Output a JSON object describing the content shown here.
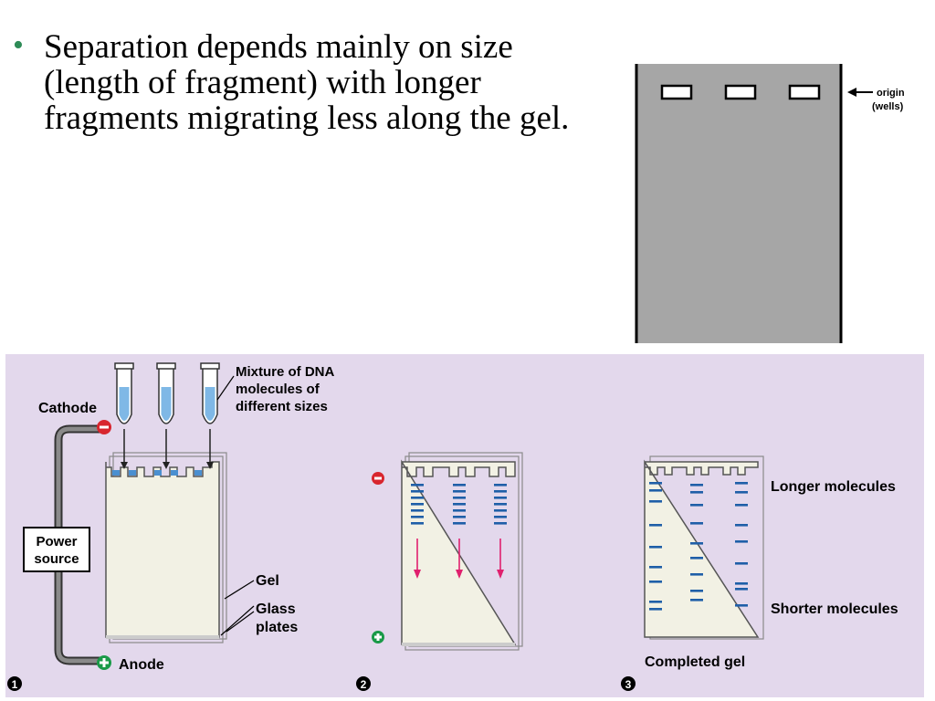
{
  "bullet": {
    "text": "Separation depends mainly on size (length of fragment) with longer fragments migrating less along the gel."
  },
  "gel_photo": {
    "origin_label": "origin",
    "wells_label": "(wells)"
  },
  "panel1": {
    "step_number": "1",
    "cathode_label": "Cathode",
    "anode_label": "Anode",
    "mixture_label_lines": [
      "Mixture of DNA",
      "molecules of",
      "different sizes"
    ],
    "power_source_lines": [
      "Power",
      "source"
    ],
    "gel_label": "Gel",
    "glass_label_lines": [
      "Glass",
      "plates"
    ]
  },
  "panel2": {
    "step_number": "2"
  },
  "panel3": {
    "step_number": "3",
    "longer_label": "Longer molecules",
    "shorter_label": "Shorter molecules",
    "completed_label": "Completed gel"
  },
  "colors": {
    "panel_bg": "#e3d8ec",
    "gel_fill": "#f2f1e4",
    "band": "#1f5fa8",
    "arrow": "#e0206e",
    "cathode": "#d8262e",
    "anode": "#1a9a48",
    "photo_gel": "#a6a6a6",
    "bullet": "#2e8b57"
  },
  "icons": [
    "minus-icon",
    "plus-icon",
    "test-tube-icon",
    "arrow-left-icon",
    "step-number-icon"
  ]
}
